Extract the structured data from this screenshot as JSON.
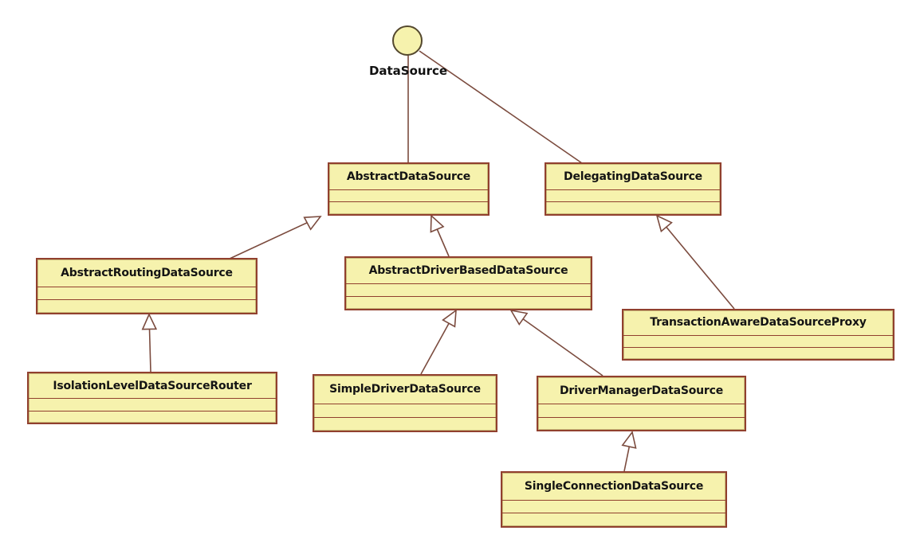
{
  "diagram": {
    "type": "uml-class-diagram",
    "interface": {
      "label": "DataSource"
    },
    "classes": [
      {
        "name": "AbstractDataSource"
      },
      {
        "name": "DelegatingDataSource"
      },
      {
        "name": "AbstractRoutingDataSource"
      },
      {
        "name": "AbstractDriverBasedDataSource"
      },
      {
        "name": "TransactionAwareDataSourceProxy"
      },
      {
        "name": "IsolationLevelDataSourceRouter"
      },
      {
        "name": "SimpleDriverDataSource"
      },
      {
        "name": "DriverManagerDataSource"
      },
      {
        "name": "SingleConnectionDataSource"
      }
    ],
    "relations": [
      {
        "from": "AbstractDataSource",
        "to": "DataSource",
        "type": "realization"
      },
      {
        "from": "DelegatingDataSource",
        "to": "DataSource",
        "type": "realization"
      },
      {
        "from": "AbstractRoutingDataSource",
        "to": "AbstractDataSource",
        "type": "generalization"
      },
      {
        "from": "AbstractDriverBasedDataSource",
        "to": "AbstractDataSource",
        "type": "generalization"
      },
      {
        "from": "TransactionAwareDataSourceProxy",
        "to": "DelegatingDataSource",
        "type": "generalization"
      },
      {
        "from": "IsolationLevelDataSourceRouter",
        "to": "AbstractRoutingDataSource",
        "type": "generalization"
      },
      {
        "from": "SimpleDriverDataSource",
        "to": "AbstractDriverBasedDataSource",
        "type": "generalization"
      },
      {
        "from": "DriverManagerDataSource",
        "to": "AbstractDriverBasedDataSource",
        "type": "generalization"
      },
      {
        "from": "SingleConnectionDataSource",
        "to": "DriverManagerDataSource",
        "type": "generalization"
      }
    ],
    "colors": {
      "background": "#FFFFFF",
      "box_fill": "#F6F2AD",
      "box_border": "#91402E",
      "connector_line": "#7B4B3E",
      "circle_border": "#54482E",
      "text": "#141414"
    }
  }
}
